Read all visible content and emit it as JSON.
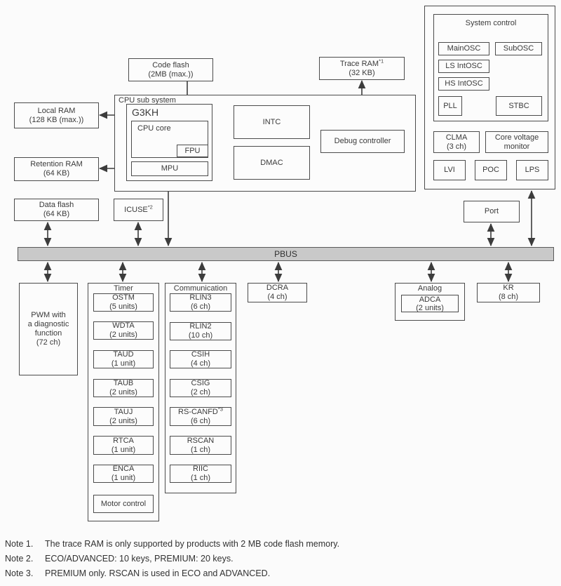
{
  "colors": {
    "bus_fill": "#c9c9c9",
    "line": "#3c3c3c",
    "box_border": "#4b4b4b",
    "background": "#fbfbfb"
  },
  "bus": {
    "label": "PBUS"
  },
  "memory": {
    "code_flash": {
      "name": "Code flash",
      "size": "(2MB (max.))"
    },
    "trace_ram": {
      "name": "Trace RAM",
      "note_ref": "*1",
      "size": "(32 KB)"
    },
    "local_ram": {
      "name": "Local RAM",
      "size": "(128 KB (max.))"
    },
    "retention_ram": {
      "name": "Retention RAM",
      "size": "(64 KB)"
    },
    "data_flash": {
      "name": "Data flash",
      "size": "(64 KB)"
    },
    "icuse": {
      "name": "ICUSE",
      "note_ref": "*2"
    }
  },
  "cpu": {
    "container_label": "CPU sub system",
    "core_cluster": "G3KH",
    "cpu_core": "CPU core",
    "fpu": "FPU",
    "mpu": "MPU",
    "intc": "INTC",
    "dmac": "DMAC",
    "debug": "Debug controller"
  },
  "system_control": {
    "title": "System control",
    "mainosc": "MainOSC",
    "subosc": "SubOSC",
    "ls_intosc": "LS IntOSC",
    "hs_intosc": "HS IntOSC",
    "pll": "PLL",
    "stbc": "STBC",
    "clma": "CLMA\n(3 ch)",
    "core_voltage_monitor": "Core voltage\nmonitor",
    "lvi": "LVI",
    "poc": "POC",
    "lps": "LPS"
  },
  "port": {
    "label": "Port"
  },
  "peripherals": {
    "pwm": {
      "label": "PWM with\na diagnostic\nfunction\n(72 ch)"
    },
    "timer": {
      "title": "Timer",
      "items": [
        {
          "name": "OSTM",
          "qty": "(5 units)"
        },
        {
          "name": "WDTA",
          "qty": "(2 units)"
        },
        {
          "name": "TAUD",
          "qty": "(1 unit)"
        },
        {
          "name": "TAUB",
          "qty": "(2 units)"
        },
        {
          "name": "TAUJ",
          "qty": "(2 units)"
        },
        {
          "name": "RTCA",
          "qty": "(1 unit)"
        },
        {
          "name": "ENCA",
          "qty": "(1 unit)"
        },
        {
          "name": "Motor control",
          "qty": ""
        }
      ]
    },
    "communication": {
      "title": "Communication",
      "items": [
        {
          "name": "RLIN3",
          "qty": "(6 ch)"
        },
        {
          "name": "RLIN2",
          "qty": "(10 ch)"
        },
        {
          "name": "CSIH",
          "qty": "(4 ch)"
        },
        {
          "name": "CSIG",
          "qty": "(2 ch)"
        },
        {
          "name": "RS-CANFD",
          "note_ref": "*3",
          "qty": "(6 ch)"
        },
        {
          "name": "RSCAN",
          "qty": "(1 ch)"
        },
        {
          "name": "RIIC",
          "qty": "(1 ch)"
        }
      ]
    },
    "dcra": {
      "name": "DCRA",
      "qty": "(4 ch)"
    },
    "analog": {
      "title": "Analog",
      "adca_name": "ADCA",
      "adca_qty": "(2 units)"
    },
    "kr": {
      "name": "KR",
      "qty": "(8 ch)"
    }
  },
  "notes": [
    {
      "label": "Note 1.",
      "text": "The trace RAM is only supported by products with 2 MB code flash memory."
    },
    {
      "label": "Note 2.",
      "text": "ECO/ADVANCED: 10 keys, PREMIUM: 20 keys."
    },
    {
      "label": "Note 3.",
      "text": "PREMIUM only. RSCAN is used in ECO and ADVANCED."
    }
  ]
}
